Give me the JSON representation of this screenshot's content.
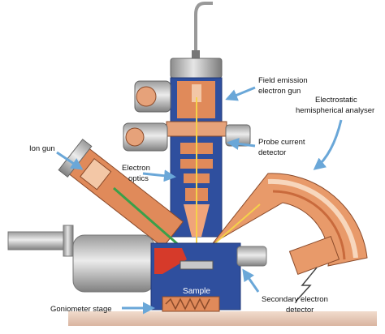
{
  "labels": {
    "field_emission_l1": "Field emission",
    "field_emission_l2": "electron gun",
    "analyser_l1": "Electrostatic",
    "analyser_l2": "hemispherical analyser",
    "ion_gun": "Ion gun",
    "probe_l1": "Probe current",
    "probe_l2": "detector",
    "optics_l1": "Electron",
    "optics_l2": "optics",
    "sample": "Sample",
    "goniometer": "Goniometer stage",
    "secondary_l1": "Secondary electron",
    "secondary_l2": "detector"
  },
  "colors": {
    "chamber_blue": "#2f4f9e",
    "copper": "#e08a5a",
    "analyser_orange": "#e89a6a",
    "steel": "#c8c8c8",
    "arrow_blue": "#6aa7d8",
    "base": "#e8c9b8",
    "red": "#d63a2a"
  }
}
